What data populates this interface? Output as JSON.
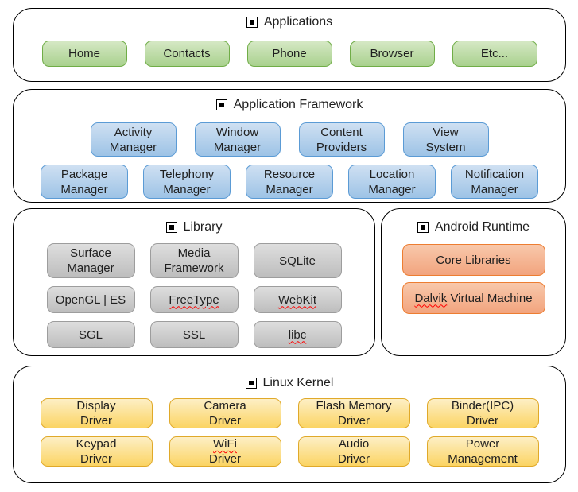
{
  "colors": {
    "green_border": "#70ad47",
    "green_top": "#d5e8c4",
    "green_bottom": "#a9d18e",
    "blue_border": "#5b9bd5",
    "blue_top": "#cfe0f2",
    "blue_bottom": "#9dc3e6",
    "gray_border": "#9d9d9d",
    "gray_top": "#dedede",
    "gray_bottom": "#bdbdbd",
    "orange_border": "#ed7d31",
    "orange_top": "#f8c8ab",
    "orange_bottom": "#f2a47e",
    "yellow_border": "#e0a929",
    "yellow_top": "#fdefc5",
    "yellow_bottom": "#fbd463",
    "panel_border": "#000000",
    "squiggle": "#ff0000"
  },
  "sections": [
    {
      "id": "applications",
      "title": "Applications",
      "color": "green",
      "rows": [
        [
          {
            "lines": [
              [
                "Home"
              ]
            ]
          },
          {
            "lines": [
              [
                "Contacts"
              ]
            ]
          },
          {
            "lines": [
              [
                "Phone"
              ]
            ]
          },
          {
            "lines": [
              [
                "Browser"
              ]
            ]
          },
          {
            "lines": [
              [
                "Etc..."
              ]
            ]
          }
        ]
      ]
    },
    {
      "id": "application-framework",
      "title": "Application Framework",
      "color": "blue",
      "rows": [
        [
          {
            "lines": [
              [
                "Activity"
              ],
              [
                "Manager"
              ]
            ]
          },
          {
            "lines": [
              [
                "Window"
              ],
              [
                "Manager"
              ]
            ]
          },
          {
            "lines": [
              [
                "Content"
              ],
              [
                "Providers"
              ]
            ]
          },
          {
            "lines": [
              [
                "View"
              ],
              [
                "System"
              ]
            ]
          }
        ],
        [
          {
            "lines": [
              [
                "Package"
              ],
              [
                "Manager"
              ]
            ]
          },
          {
            "lines": [
              [
                "Telephony"
              ],
              [
                "Manager"
              ]
            ]
          },
          {
            "lines": [
              [
                "Resource"
              ],
              [
                "Manager"
              ]
            ]
          },
          {
            "lines": [
              [
                "Location"
              ],
              [
                "Manager"
              ]
            ]
          },
          {
            "lines": [
              [
                "Notification"
              ],
              [
                "Manager"
              ]
            ]
          }
        ]
      ]
    },
    {
      "id": "library",
      "title": "Library",
      "color": "gray",
      "rows": [
        [
          {
            "lines": [
              [
                "Surface"
              ],
              [
                "Manager"
              ]
            ]
          },
          {
            "lines": [
              [
                "Media"
              ],
              [
                "Framework"
              ]
            ]
          },
          {
            "lines": [
              [
                "SQLite"
              ]
            ]
          }
        ],
        [
          {
            "lines": [
              [
                "OpenGL | ES"
              ]
            ]
          },
          {
            "lines": [
              [
                {
                  "t": "FreeType",
                  "sq": true
                }
              ]
            ]
          },
          {
            "lines": [
              [
                {
                  "t": "WebKit",
                  "sq": true
                }
              ]
            ]
          }
        ],
        [
          {
            "lines": [
              [
                "SGL"
              ]
            ]
          },
          {
            "lines": [
              [
                "SSL"
              ]
            ]
          },
          {
            "lines": [
              [
                {
                  "t": "libc",
                  "sq": true
                }
              ]
            ]
          }
        ]
      ]
    },
    {
      "id": "android-runtime",
      "title": "Android Runtime",
      "color": "orange",
      "rows": [
        [
          {
            "lines": [
              [
                "Core Libraries"
              ]
            ]
          }
        ],
        [
          {
            "lines": [
              [
                {
                  "t": "Dalvik",
                  "sq": true
                },
                {
                  "t": " Virtual Machine"
                }
              ]
            ]
          }
        ]
      ]
    },
    {
      "id": "linux-kernel",
      "title": "Linux Kernel",
      "color": "yellow",
      "rows": [
        [
          {
            "lines": [
              [
                "Display"
              ],
              [
                "Driver"
              ]
            ]
          },
          {
            "lines": [
              [
                "Camera"
              ],
              [
                "Driver"
              ]
            ]
          },
          {
            "lines": [
              [
                "Flash Memory"
              ],
              [
                "Driver"
              ]
            ]
          },
          {
            "lines": [
              [
                "Binder(IPC)"
              ],
              [
                "Driver"
              ]
            ]
          }
        ],
        [
          {
            "lines": [
              [
                "Keypad"
              ],
              [
                "Driver"
              ]
            ]
          },
          {
            "lines": [
              [
                {
                  "t": "WiFi",
                  "sq": true
                }
              ],
              [
                "Driver"
              ]
            ]
          },
          {
            "lines": [
              [
                "Audio"
              ],
              [
                "Driver"
              ]
            ]
          },
          {
            "lines": [
              [
                "Power"
              ],
              [
                "Management"
              ]
            ]
          }
        ]
      ]
    }
  ]
}
